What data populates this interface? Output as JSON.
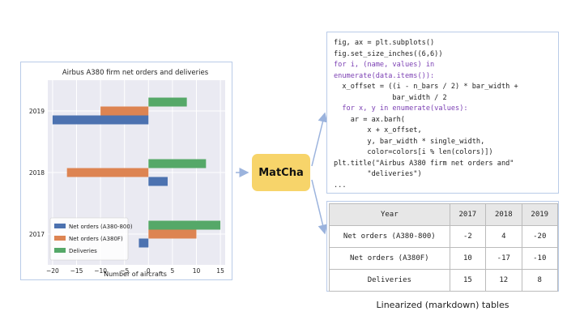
{
  "matcha_label": "MatCha",
  "caption": "Linearized (markdown) tables",
  "colors": {
    "net_orders_800": "#4c72b0",
    "net_orders_380f": "#dd8452",
    "deliveries": "#55a868"
  },
  "chart_data": {
    "type": "bar",
    "orientation": "horizontal",
    "title": "Airbus A380 firm net orders and deliveries",
    "xlabel": "Number of aircrafts",
    "ylabel": "",
    "categories": [
      "2017",
      "2018",
      "2019"
    ],
    "series": [
      {
        "name": "Net orders (A380-800)",
        "values": [
          -2,
          4,
          -20
        ]
      },
      {
        "name": "Net orders (A380F)",
        "values": [
          10,
          -17,
          -10
        ]
      },
      {
        "name": "Deliveries",
        "values": [
          15,
          12,
          8
        ]
      }
    ],
    "xlim": [
      -21,
      16
    ],
    "xticks": [
      "−20",
      "−15",
      "−10",
      "−5",
      "0",
      "5",
      "10",
      "15"
    ],
    "grid": true,
    "legend": "lower-left"
  },
  "code_lines": [
    "fig, ax = plt.subplots()",
    "fig.set_size_inches((6,6))",
    "for i, (name, values) in",
    "enumerate(data.items()):",
    "  x_offset = ((i - n_bars / 2) * bar_width +",
    "              bar_width / 2",
    "  for x, y in enumerate(values):",
    "    ar = ax.barh(",
    "        x + x_offset,",
    "        y, bar_width * single_width,",
    "        color=colors[i % len(colors)])",
    "plt.title(\"Airbus A380 firm net orders and\"",
    "        \"deliveries\")",
    "..."
  ],
  "table": {
    "headers": [
      "Year",
      "2017",
      "2018",
      "2019"
    ],
    "rows": [
      [
        "Net orders (A380-800)",
        "-2",
        "4",
        "-20"
      ],
      [
        "Net orders (A380F)",
        "10",
        "-17",
        "-10"
      ],
      [
        "Deliveries",
        "15",
        "12",
        "8"
      ]
    ]
  }
}
